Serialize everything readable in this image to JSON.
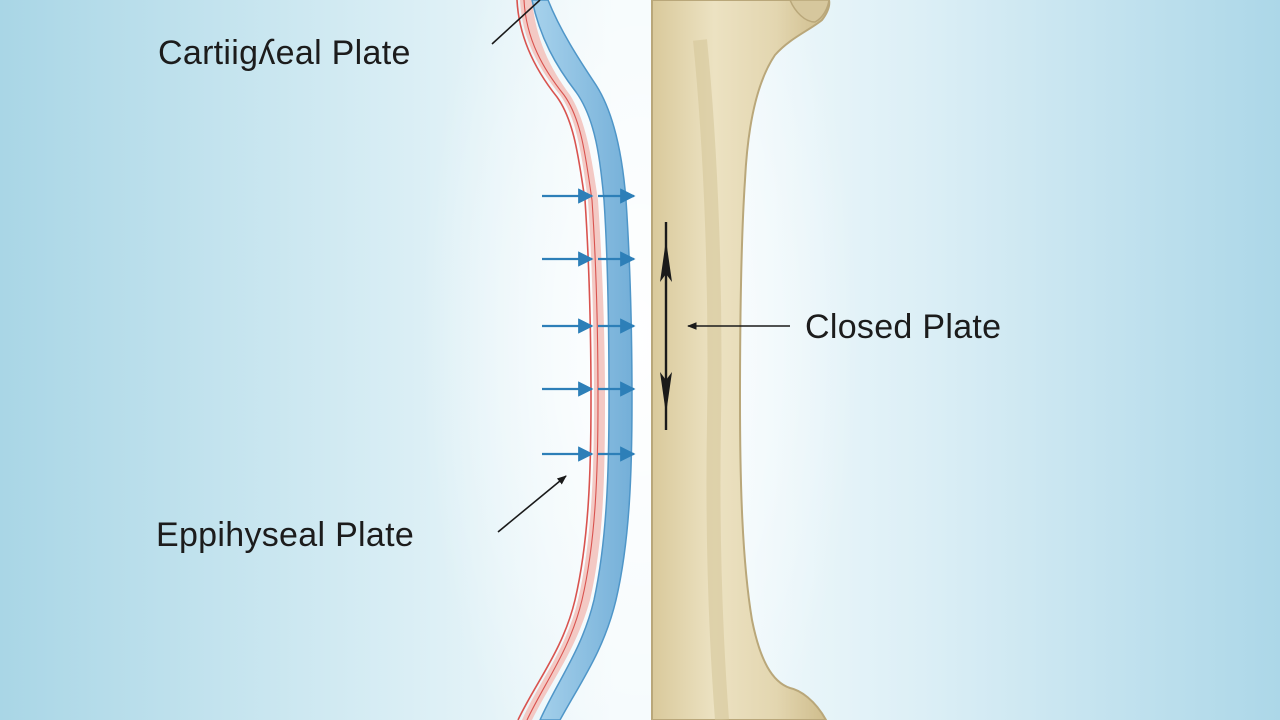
{
  "labels": {
    "cartilage_plate": "Cartiigʎeal Plate",
    "epiphyseal_plate": "Eppihyseal Plate",
    "closed_plate": "Closed Plate"
  },
  "colors": {
    "cartilage_fill": "#8fc4e4",
    "cartilage_edge": "#4f96c8",
    "red_line": "#d9534f",
    "pink_band": "#f3c9c4",
    "bone_fill": "#e6d9b4",
    "bone_edge": "#b9a77a",
    "arrow_blue": "#2d7fb8",
    "arrow_dark": "#1a1a1a"
  },
  "icons": {
    "blue_arrows": "right-arrow",
    "closed_marker": "double-headed-vertical-arrow"
  },
  "blue_arrow_count": 5
}
